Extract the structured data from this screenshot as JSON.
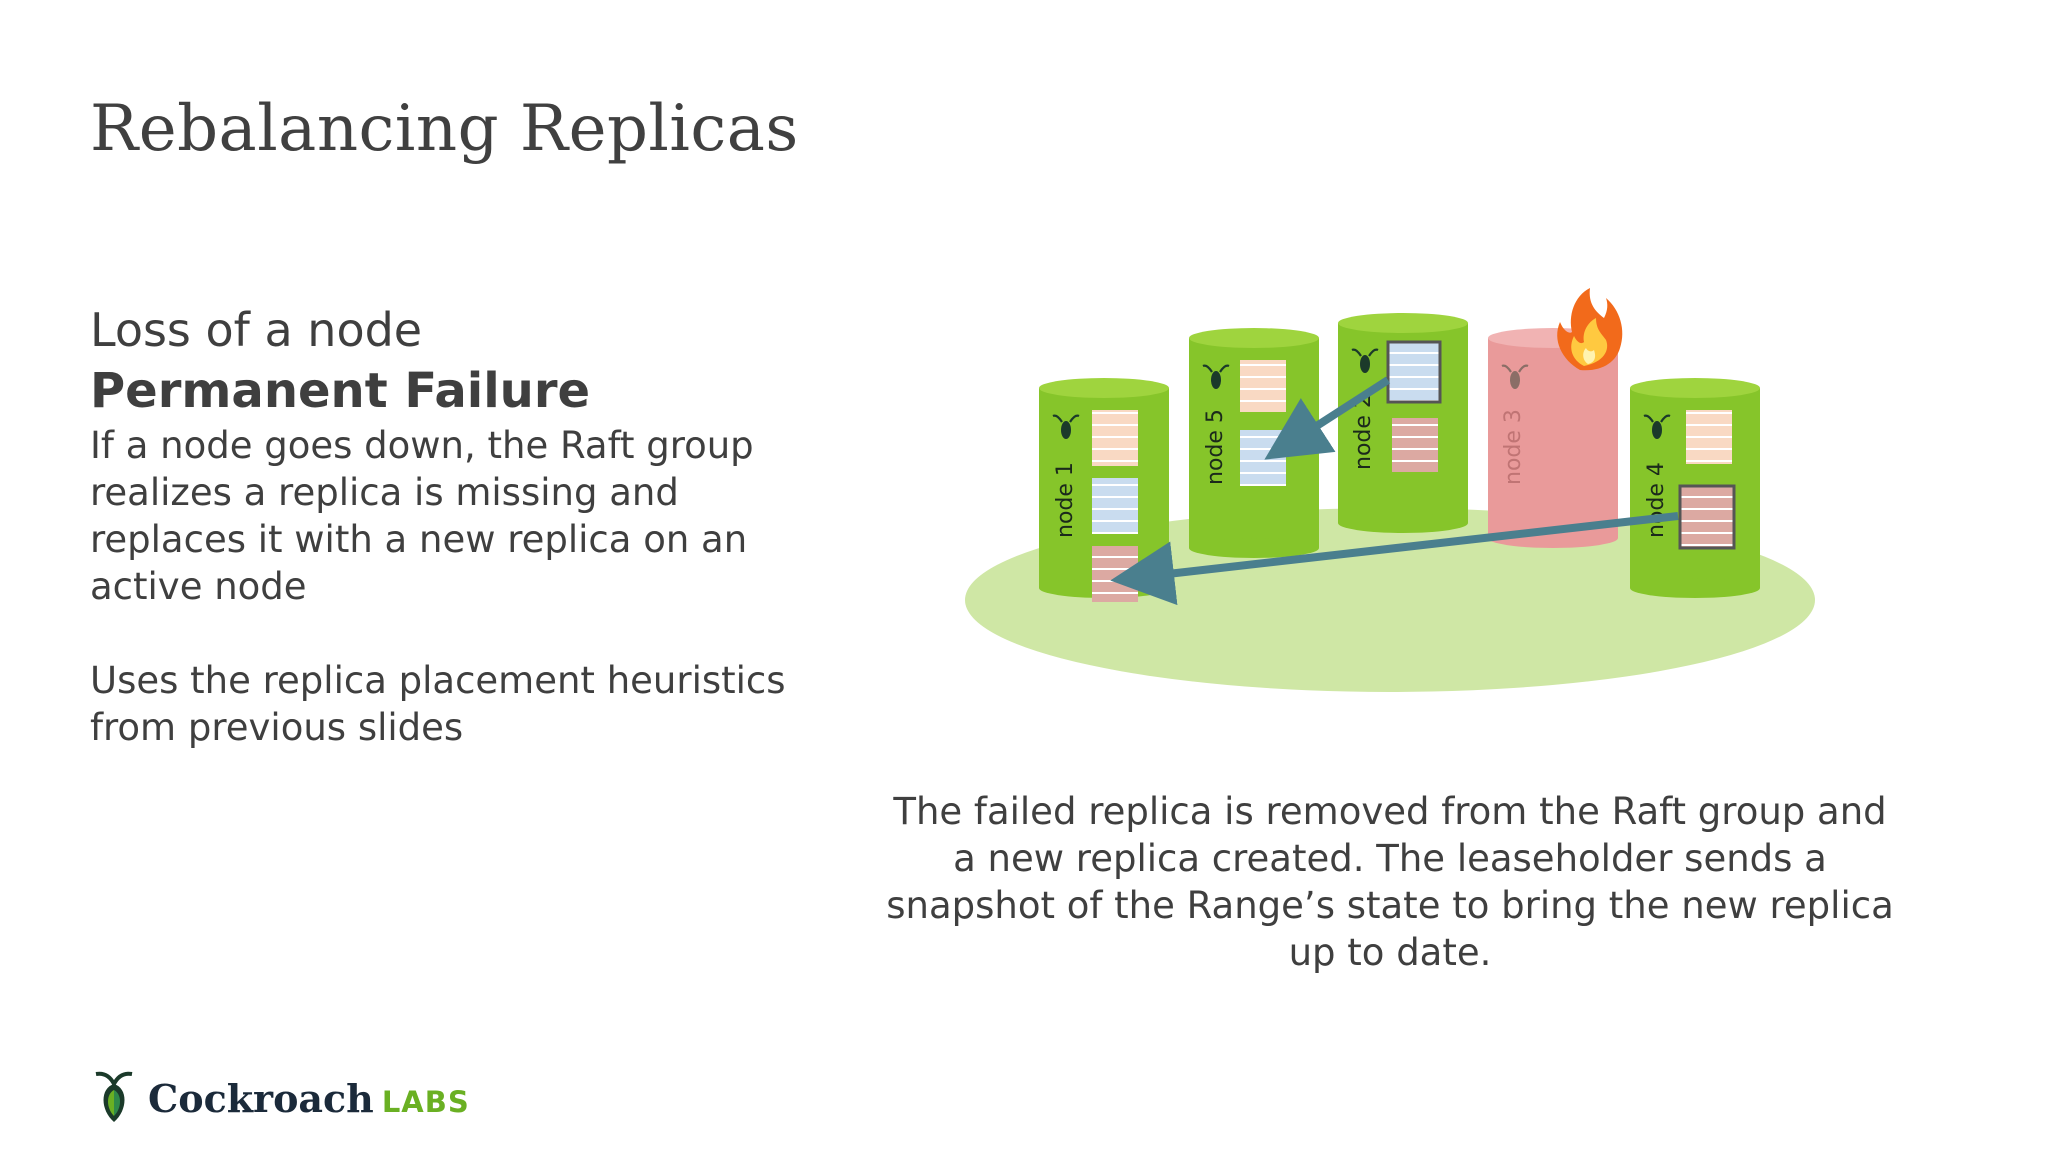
{
  "slide": {
    "title": "Rebalancing Replicas",
    "subtitle": "Loss of a node",
    "heading": "Permanent Failure",
    "paragraph_1": "If a node goes down, the Raft group realizes a replica is missing and replaces it with a new replica on an active node",
    "paragraph_2": "Uses the replica placement heuristics from previous slides",
    "caption": "The failed replica is removed from the Raft group and a new replica created. The leaseholder sends a snapshot of the Range’s state to bring the new replica up to date."
  },
  "diagram": {
    "nodes": [
      {
        "label": "node 1",
        "status": "active"
      },
      {
        "label": "node 5",
        "status": "active"
      },
      {
        "label": "node 2",
        "status": "active"
      },
      {
        "label": "node 3",
        "status": "failed"
      },
      {
        "label": "node 4",
        "status": "active"
      }
    ],
    "colors": {
      "active": "#86c52a",
      "active_top": "#9fd43e",
      "failed": "#e99a9a",
      "platform": "#cfe7a5",
      "arrow": "#4a7f8e",
      "replica_orange": "#f9d9c3",
      "replica_blue": "#c9dcef",
      "replica_red": "#dca9a2"
    },
    "fire_icon": "fire-icon"
  },
  "logo": {
    "word": "Cockroach",
    "suffix": "LABS"
  }
}
